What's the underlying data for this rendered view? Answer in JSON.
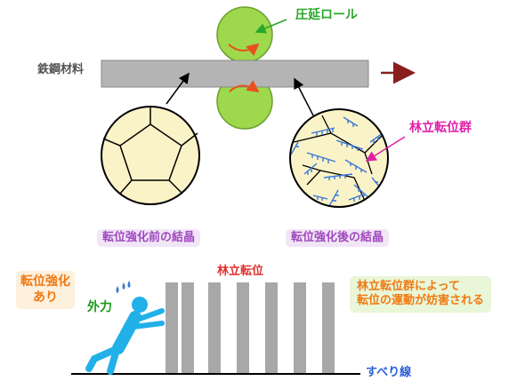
{
  "labels": {
    "roll": "圧延ロール",
    "steel": "鉄鋼材料",
    "forest_group_top": "林立転位群",
    "before_caption": "転位強化前の結晶",
    "after_caption": "転位強化後の結晶",
    "strengthening_line1": "転位強化",
    "strengthening_line2": "あり",
    "force": "外力",
    "forest_dislocation": "林立転位",
    "blocked_line1": "林立転位群によって",
    "blocked_line2": "転位の運動が妨害される",
    "slip_line": "すべり線"
  },
  "colors": {
    "roll_fill": "#9ed84c",
    "roll_label": "#2aa62a",
    "bar": "#b4b4b4",
    "crystal_fill": "#fbf3c8",
    "dislocation": "#3a78d8",
    "magenta": "#e020a8",
    "caption_bg": "#f1e6f6",
    "caption_text": "#a048c0",
    "orange": "#f07a12",
    "strength_bg": "#fdf0dd",
    "blocked_bg": "#e9f6d8",
    "force_green": "#1a9a1a",
    "person": "#22b0e8",
    "forest_bar": "#a8a8a8",
    "forest_label": "#e03030",
    "slip_line": "#000000",
    "slip_label": "#2c5fd8",
    "arrow_dark": "#8a1e1e"
  },
  "icons": [
    "rotation-arrow-icon",
    "outflow-arrow-icon",
    "person-pushing-icon",
    "sweat-drop-icon"
  ]
}
